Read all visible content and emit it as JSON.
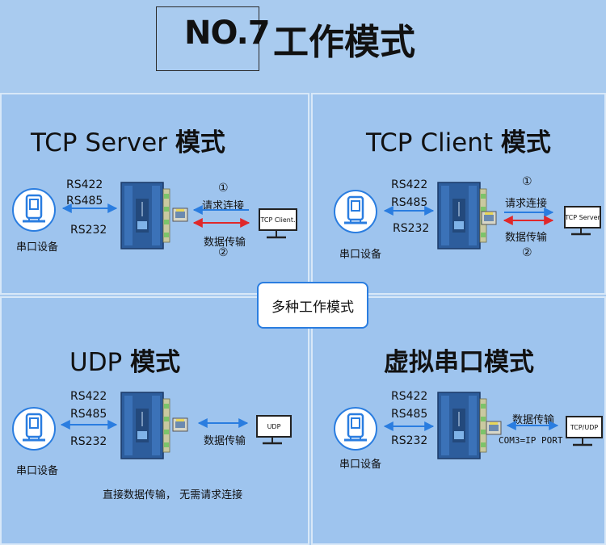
{
  "header": {
    "number": "NO.7",
    "title": "工作模式"
  },
  "center_label": "多种工作模式",
  "panels": {
    "tcp_server": {
      "title_en": "TCP Server",
      "title_cn": "模式",
      "ports": [
        "RS422",
        "RS485",
        "RS232"
      ],
      "device_label": "串口设备",
      "step1": "①",
      "request": "请求连接",
      "transfer": "数据传输",
      "step2": "②",
      "pc_label": "TCP Client."
    },
    "tcp_client": {
      "title_en": "TCP Client",
      "title_cn": "模式",
      "ports": [
        "RS422",
        "RS485",
        "RS232"
      ],
      "device_label": "串口设备",
      "step1": "①",
      "request": "请求连接",
      "transfer": "数据传输",
      "step2": "②",
      "pc_label": "TCP Server"
    },
    "udp": {
      "title_en": "UDP",
      "title_cn": "模式",
      "ports": [
        "RS422",
        "RS485",
        "RS232"
      ],
      "device_label": "串口设备",
      "transfer": "数据传输",
      "pc_label": "UDP",
      "note": "直接数据传输， 无需请求连接"
    },
    "virtual": {
      "title": "虚拟串口模式",
      "ports": [
        "RS422",
        "RS485",
        "RS232"
      ],
      "device_label": "串口设备",
      "transfer": "数据传输",
      "com_label": "COM3=IP PORT",
      "pc_label": "TCP/UDP"
    }
  },
  "colors": {
    "background": "#a9cbef",
    "panel": "#9ec4ee",
    "arrow_blue": "#2a7de0",
    "arrow_red": "#e0282a",
    "device_body": "#2d5d9c"
  }
}
